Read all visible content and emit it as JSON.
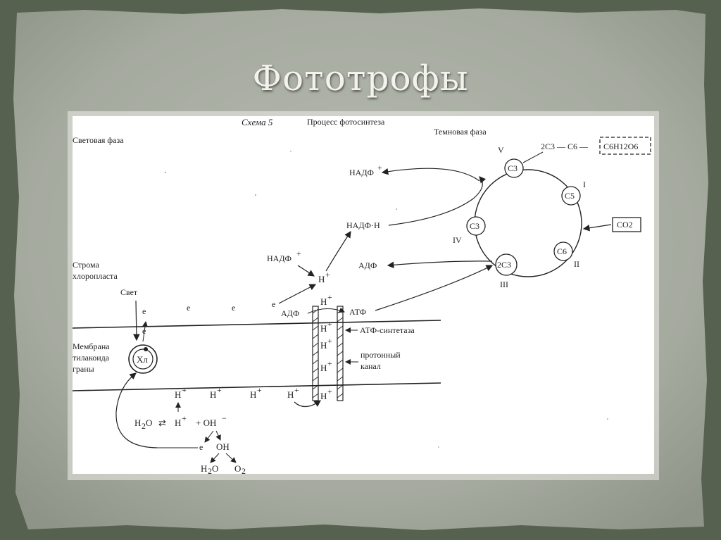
{
  "slide": {
    "title": "Фототрофы"
  },
  "diagram": {
    "scheme_label": "Схема 5",
    "scheme_title": "Процесс фотосинтеза",
    "light_phase": "Световая фаза",
    "dark_phase": "Темновая фаза",
    "stroma_line1": "Строма",
    "stroma_line2": "хлоропласта",
    "membrane_line1": "Мембрана",
    "membrane_line2": "тилакоида",
    "membrane_line3": "граны",
    "light": "Свет",
    "chlorophyll": "Хл",
    "electron": "e",
    "nadp": "НАДФ",
    "nadph": "НАДФ·Н",
    "adp": "АДФ",
    "atp": "АТФ",
    "atp_synthase": "АТФ-синтетаза",
    "proton_channel_line1": "протонный",
    "proton_channel_line2": "канал",
    "proton": "H",
    "plus": "+",
    "water": "H",
    "oxygen": "O",
    "hydroxide": "+ OH",
    "oh": "OH",
    "c3": "C3",
    "c5": "C5",
    "c6": "C6",
    "two_c3": "2C3",
    "co2": "CO2",
    "glucose": "C6H12O6",
    "product_chain": "2C3 — C6 —",
    "roman": [
      "I",
      "II",
      "III",
      "IV",
      "V"
    ]
  }
}
